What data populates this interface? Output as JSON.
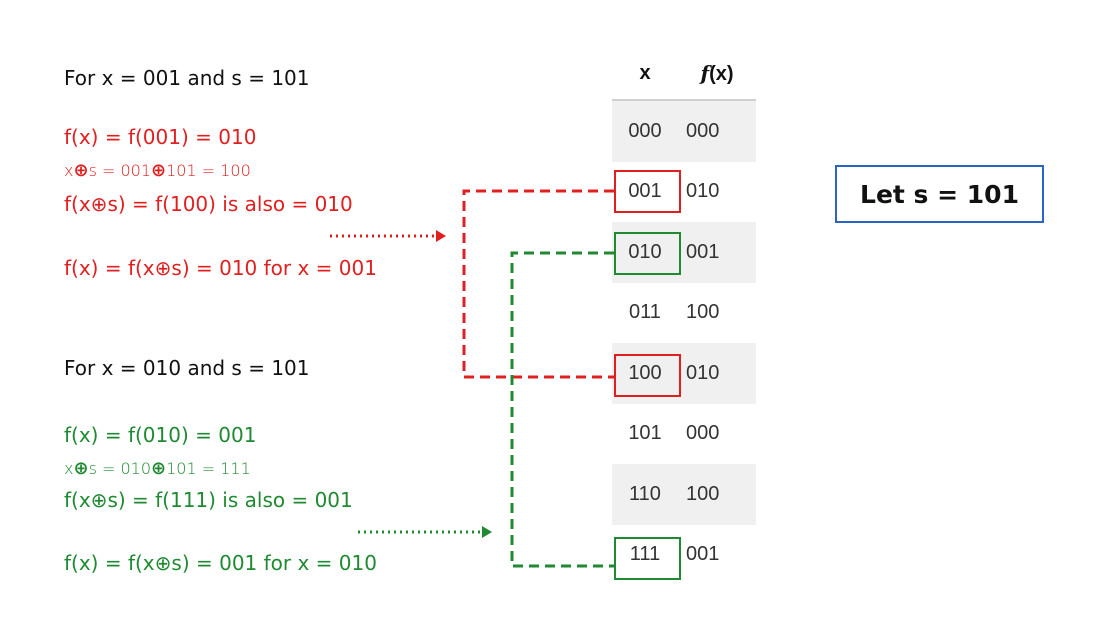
{
  "left": {
    "case1": {
      "heading": "For x = 001 and s = 101",
      "fx": "f(x) = f(001) = 010",
      "xor_x": "x",
      "xor_sym": "⊕",
      "xor_rest": "s = 001",
      "xor_sym2": "⊕",
      "xor_tail": "101 = 100",
      "fxors": "f(x⊕s) = f(100) is also = 010",
      "conclusion": "f(x) = f(x⊕s) = 010 for x = 001"
    },
    "case2": {
      "heading": "For x = 010 and s = 101",
      "fx": "f(x) = f(010) = 001",
      "xor_x": "x",
      "xor_sym": "⊕",
      "xor_rest": "s = 010",
      "xor_sym2": "⊕",
      "xor_tail": "101 = 111",
      "fxors": "f(x⊕s) = f(111) is also = 001",
      "conclusion": "f(x) = f(x⊕s) = 001 for x = 010"
    }
  },
  "table": {
    "header_x": "x",
    "header_f": "f",
    "header_f_arg": "(x)",
    "rows": [
      {
        "x": "000",
        "f": "000"
      },
      {
        "x": "001",
        "f": "010"
      },
      {
        "x": "010",
        "f": "001"
      },
      {
        "x": "011",
        "f": "100"
      },
      {
        "x": "100",
        "f": "010"
      },
      {
        "x": "101",
        "f": "000"
      },
      {
        "x": "110",
        "f": "100"
      },
      {
        "x": "111",
        "f": "001"
      }
    ]
  },
  "let_box": "Let s = 101",
  "colors": {
    "red": "#e02020",
    "green": "#1f8a32",
    "blue_box": "#2b63c6"
  }
}
